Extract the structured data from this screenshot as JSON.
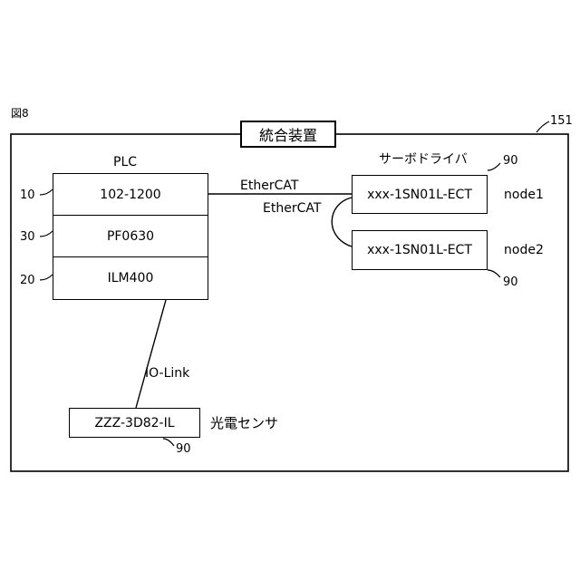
{
  "figure": {
    "label": "図8",
    "outer_ref": "151",
    "title": "統合装置"
  },
  "plc": {
    "title": "PLC",
    "modules": [
      {
        "ref": "10",
        "name": "102-1200"
      },
      {
        "ref": "30",
        "name": "PF0630"
      },
      {
        "ref": "20",
        "name": "ILM400"
      }
    ]
  },
  "servo": {
    "title": "サーボドライバ",
    "drives": [
      {
        "name": "xxx-1SN01L-ECT",
        "node": "node1",
        "ref": "90"
      },
      {
        "name": "xxx-1SN01L-ECT",
        "node": "node2",
        "ref": "90"
      }
    ]
  },
  "links": {
    "ethercat_1": "EtherCAT",
    "ethercat_2": "EtherCAT",
    "iolink": "IO-Link"
  },
  "sensor": {
    "name": "ZZZ-3D82-IL",
    "title": "光電センサ",
    "ref": "90"
  }
}
